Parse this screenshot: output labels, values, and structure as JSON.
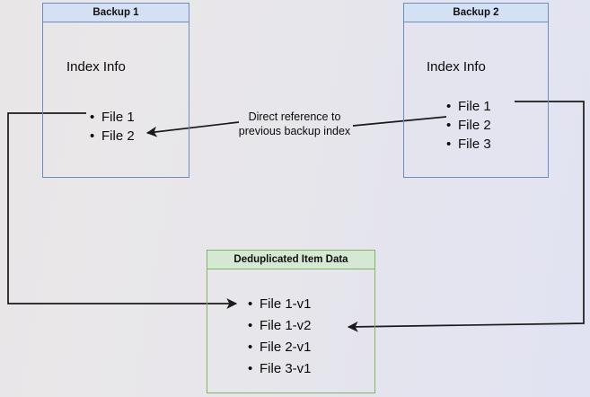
{
  "diagram": {
    "title": "Backup deduplication index reference diagram",
    "colors": {
      "blue_border": "#6c8ebf",
      "blue_header_fill": "#d4e1f5",
      "green_border": "#82b366",
      "green_header_fill": "#d5e8d4",
      "line": "#1a1a1a",
      "text": "#0a0a0a"
    }
  },
  "backup1": {
    "title": "Backup 1",
    "section_label": "Index Info",
    "files": [
      "File 1",
      "File 2"
    ]
  },
  "backup2": {
    "title": "Backup 2",
    "section_label": "Index Info",
    "files": [
      "File 1",
      "File 2",
      "File 3"
    ]
  },
  "dedup": {
    "title": "Deduplicated Item Data",
    "files": [
      "File 1-v1",
      "File 1-v2",
      "File 2-v1",
      "File 3-v1"
    ]
  },
  "annotations": {
    "direct_reference": "Direct reference to\nprevious backup index"
  }
}
